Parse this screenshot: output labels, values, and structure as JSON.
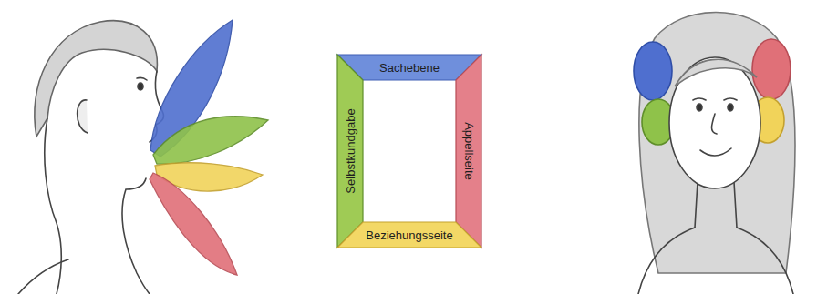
{
  "diagram": {
    "nodes": [
      {
        "text": [
          "Sachebene"
        ]
      },
      {
        "text": [
          "Selbstkundgabe"
        ]
      },
      {
        "text": [
          "Appellseite"
        ]
      },
      {
        "text": [
          "Beziehungsseite"
        ]
      }
    ]
  }
}
